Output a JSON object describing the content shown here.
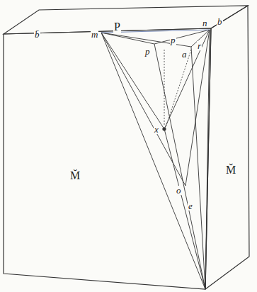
{
  "diagram": {
    "labels": [
      "b̄",
      "m",
      "P",
      "n",
      "b",
      "p",
      "p",
      "a",
      "r",
      "x",
      "o",
      "e",
      "M̆",
      "M̆"
    ]
  }
}
